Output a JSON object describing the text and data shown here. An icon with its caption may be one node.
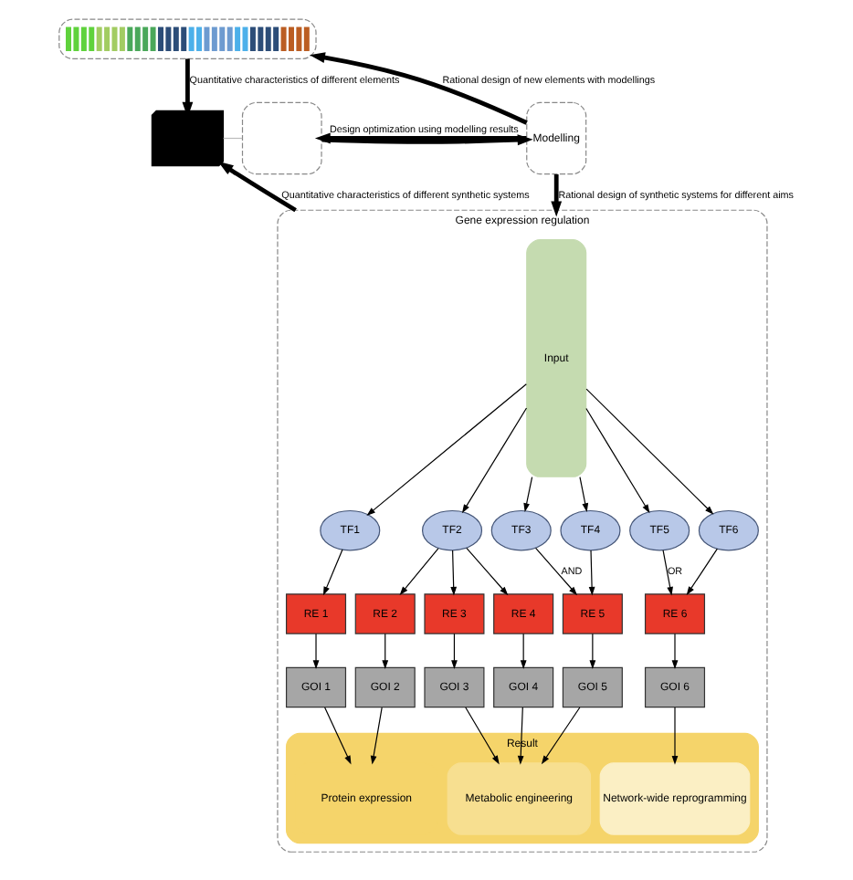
{
  "diagram": {
    "nodes": [
      {
        "text": [],
        "shape": "box"
      },
      {
        "text": [],
        "shape": "computer"
      },
      {
        "text": [],
        "shape": "box"
      },
      {
        "text": [
          "Modelling"
        ]
      },
      {
        "text": [
          "Gene expression regulation"
        ]
      },
      {
        "text": [
          "Input"
        ],
        "in": 4
      },
      {
        "text": [
          "TF1"
        ],
        "in": 4
      },
      {
        "text": [
          "TF2"
        ],
        "in": 4
      },
      {
        "text": [
          "TF3"
        ],
        "in": 4
      },
      {
        "text": [
          "TF4"
        ],
        "in": 4
      },
      {
        "text": [
          "TF5"
        ],
        "in": 4
      },
      {
        "text": [
          "TF6"
        ],
        "in": 4
      },
      {
        "text": [
          "RE 1"
        ],
        "in": 4
      },
      {
        "text": [
          "RE 2"
        ],
        "in": 4
      },
      {
        "text": [
          "RE 3"
        ],
        "in": 4
      },
      {
        "text": [
          "RE 4"
        ],
        "in": 4
      },
      {
        "text": [
          "RE 5"
        ],
        "in": 4
      },
      {
        "text": [
          "RE 6"
        ],
        "in": 4
      },
      {
        "text": [
          "GOI 1"
        ],
        "in": 4
      },
      {
        "text": [
          "GOI 2"
        ],
        "in": 4
      },
      {
        "text": [
          "GOI 3"
        ],
        "in": 4
      },
      {
        "text": [
          "GOI 4"
        ],
        "in": 4
      },
      {
        "text": [
          "GOI 5"
        ],
        "in": 4
      },
      {
        "text": [
          "GOI 6"
        ],
        "in": 4
      },
      {
        "text": [
          "Result"
        ],
        "in": 4
      },
      {
        "text": [
          "Protein expression"
        ],
        "in": 24
      },
      {
        "text": [
          "Metabolic engineering"
        ],
        "in": 24
      },
      {
        "text": [
          "Network-wide reprogramming"
        ],
        "in": 24
      }
    ],
    "edges": [
      {
        "from": 0,
        "to": 1,
        "arrow": "to",
        "label": "Quantitative characteristics of different elements",
        "style": "thick"
      },
      {
        "from": 4,
        "to": 1,
        "arrow": "to",
        "label": "Quantitative characteristics of different synthetic systems",
        "style": "thick"
      },
      {
        "from": 1,
        "to": 2,
        "arrow": "none",
        "color": "#bbbbbb"
      },
      {
        "from": 2,
        "to": 3,
        "arrow": "to",
        "style": "thick"
      },
      {
        "from": 3,
        "to": 2,
        "arrow": "to",
        "label": "Design optimization using modelling results",
        "style": "thick"
      },
      {
        "from": 3,
        "to": 0,
        "arrow": "to",
        "label": "Rational design of new elements with modellings",
        "style": "thick"
      },
      {
        "from": 3,
        "to": 4,
        "arrow": "to",
        "label": "Rational design of synthetic systems for different aims",
        "style": "thick"
      },
      {
        "from": 5,
        "to": 6,
        "arrow": "to"
      },
      {
        "from": 5,
        "to": 7,
        "arrow": "to"
      },
      {
        "from": 5,
        "to": 8,
        "arrow": "to"
      },
      {
        "from": 5,
        "to": 9,
        "arrow": "to"
      },
      {
        "from": 5,
        "to": 10,
        "arrow": "to"
      },
      {
        "from": 5,
        "to": 11,
        "arrow": "to"
      },
      {
        "from": 6,
        "to": 12,
        "arrow": "to"
      },
      {
        "from": 7,
        "to": 13,
        "arrow": "to"
      },
      {
        "from": 7,
        "to": 14,
        "arrow": "to"
      },
      {
        "from": 7,
        "to": 15,
        "arrow": "to"
      },
      {
        "from": 8,
        "to": 16,
        "arrow": "to",
        "label": "AND"
      },
      {
        "from": 9,
        "to": 16,
        "arrow": "to"
      },
      {
        "from": 10,
        "to": 17,
        "arrow": "to",
        "label": "OR"
      },
      {
        "from": 11,
        "to": 17,
        "arrow": "to"
      },
      {
        "from": 12,
        "to": 18,
        "arrow": "to"
      },
      {
        "from": 13,
        "to": 19,
        "arrow": "to"
      },
      {
        "from": 14,
        "to": 20,
        "arrow": "to"
      },
      {
        "from": 15,
        "to": 21,
        "arrow": "to"
      },
      {
        "from": 16,
        "to": 22,
        "arrow": "to"
      },
      {
        "from": 17,
        "to": 23,
        "arrow": "to"
      },
      {
        "from": 18,
        "to": 25,
        "arrow": "to"
      },
      {
        "from": 19,
        "to": 25,
        "arrow": "to"
      },
      {
        "from": 20,
        "to": 26,
        "arrow": "to"
      },
      {
        "from": 21,
        "to": 26,
        "arrow": "to"
      },
      {
        "from": 22,
        "to": 26,
        "arrow": "to"
      },
      {
        "from": 23,
        "to": 27,
        "arrow": "to"
      }
    ]
  }
}
